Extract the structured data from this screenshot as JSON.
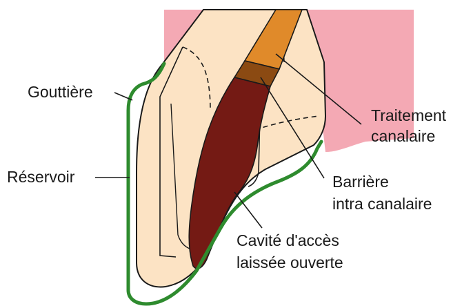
{
  "colors": {
    "gum": "#f4a9b4",
    "tooth": "#fce3c4",
    "canal_filling": "#e08a2a",
    "barrier": "#8b4a12",
    "access_cavity": "#741a14",
    "splint": "#2e8b2e",
    "outline": "#1a1a1a"
  },
  "labels": {
    "gouttiere": "Gouttière",
    "reservoir": "Réservoir",
    "traitement_line1": "Traitement",
    "traitement_line2": "canalaire",
    "barriere_line1": "Barrière",
    "barriere_line2": "intra canalaire",
    "cavite_line1": "Cavité d'accès",
    "cavite_line2": "laissée ouverte"
  }
}
